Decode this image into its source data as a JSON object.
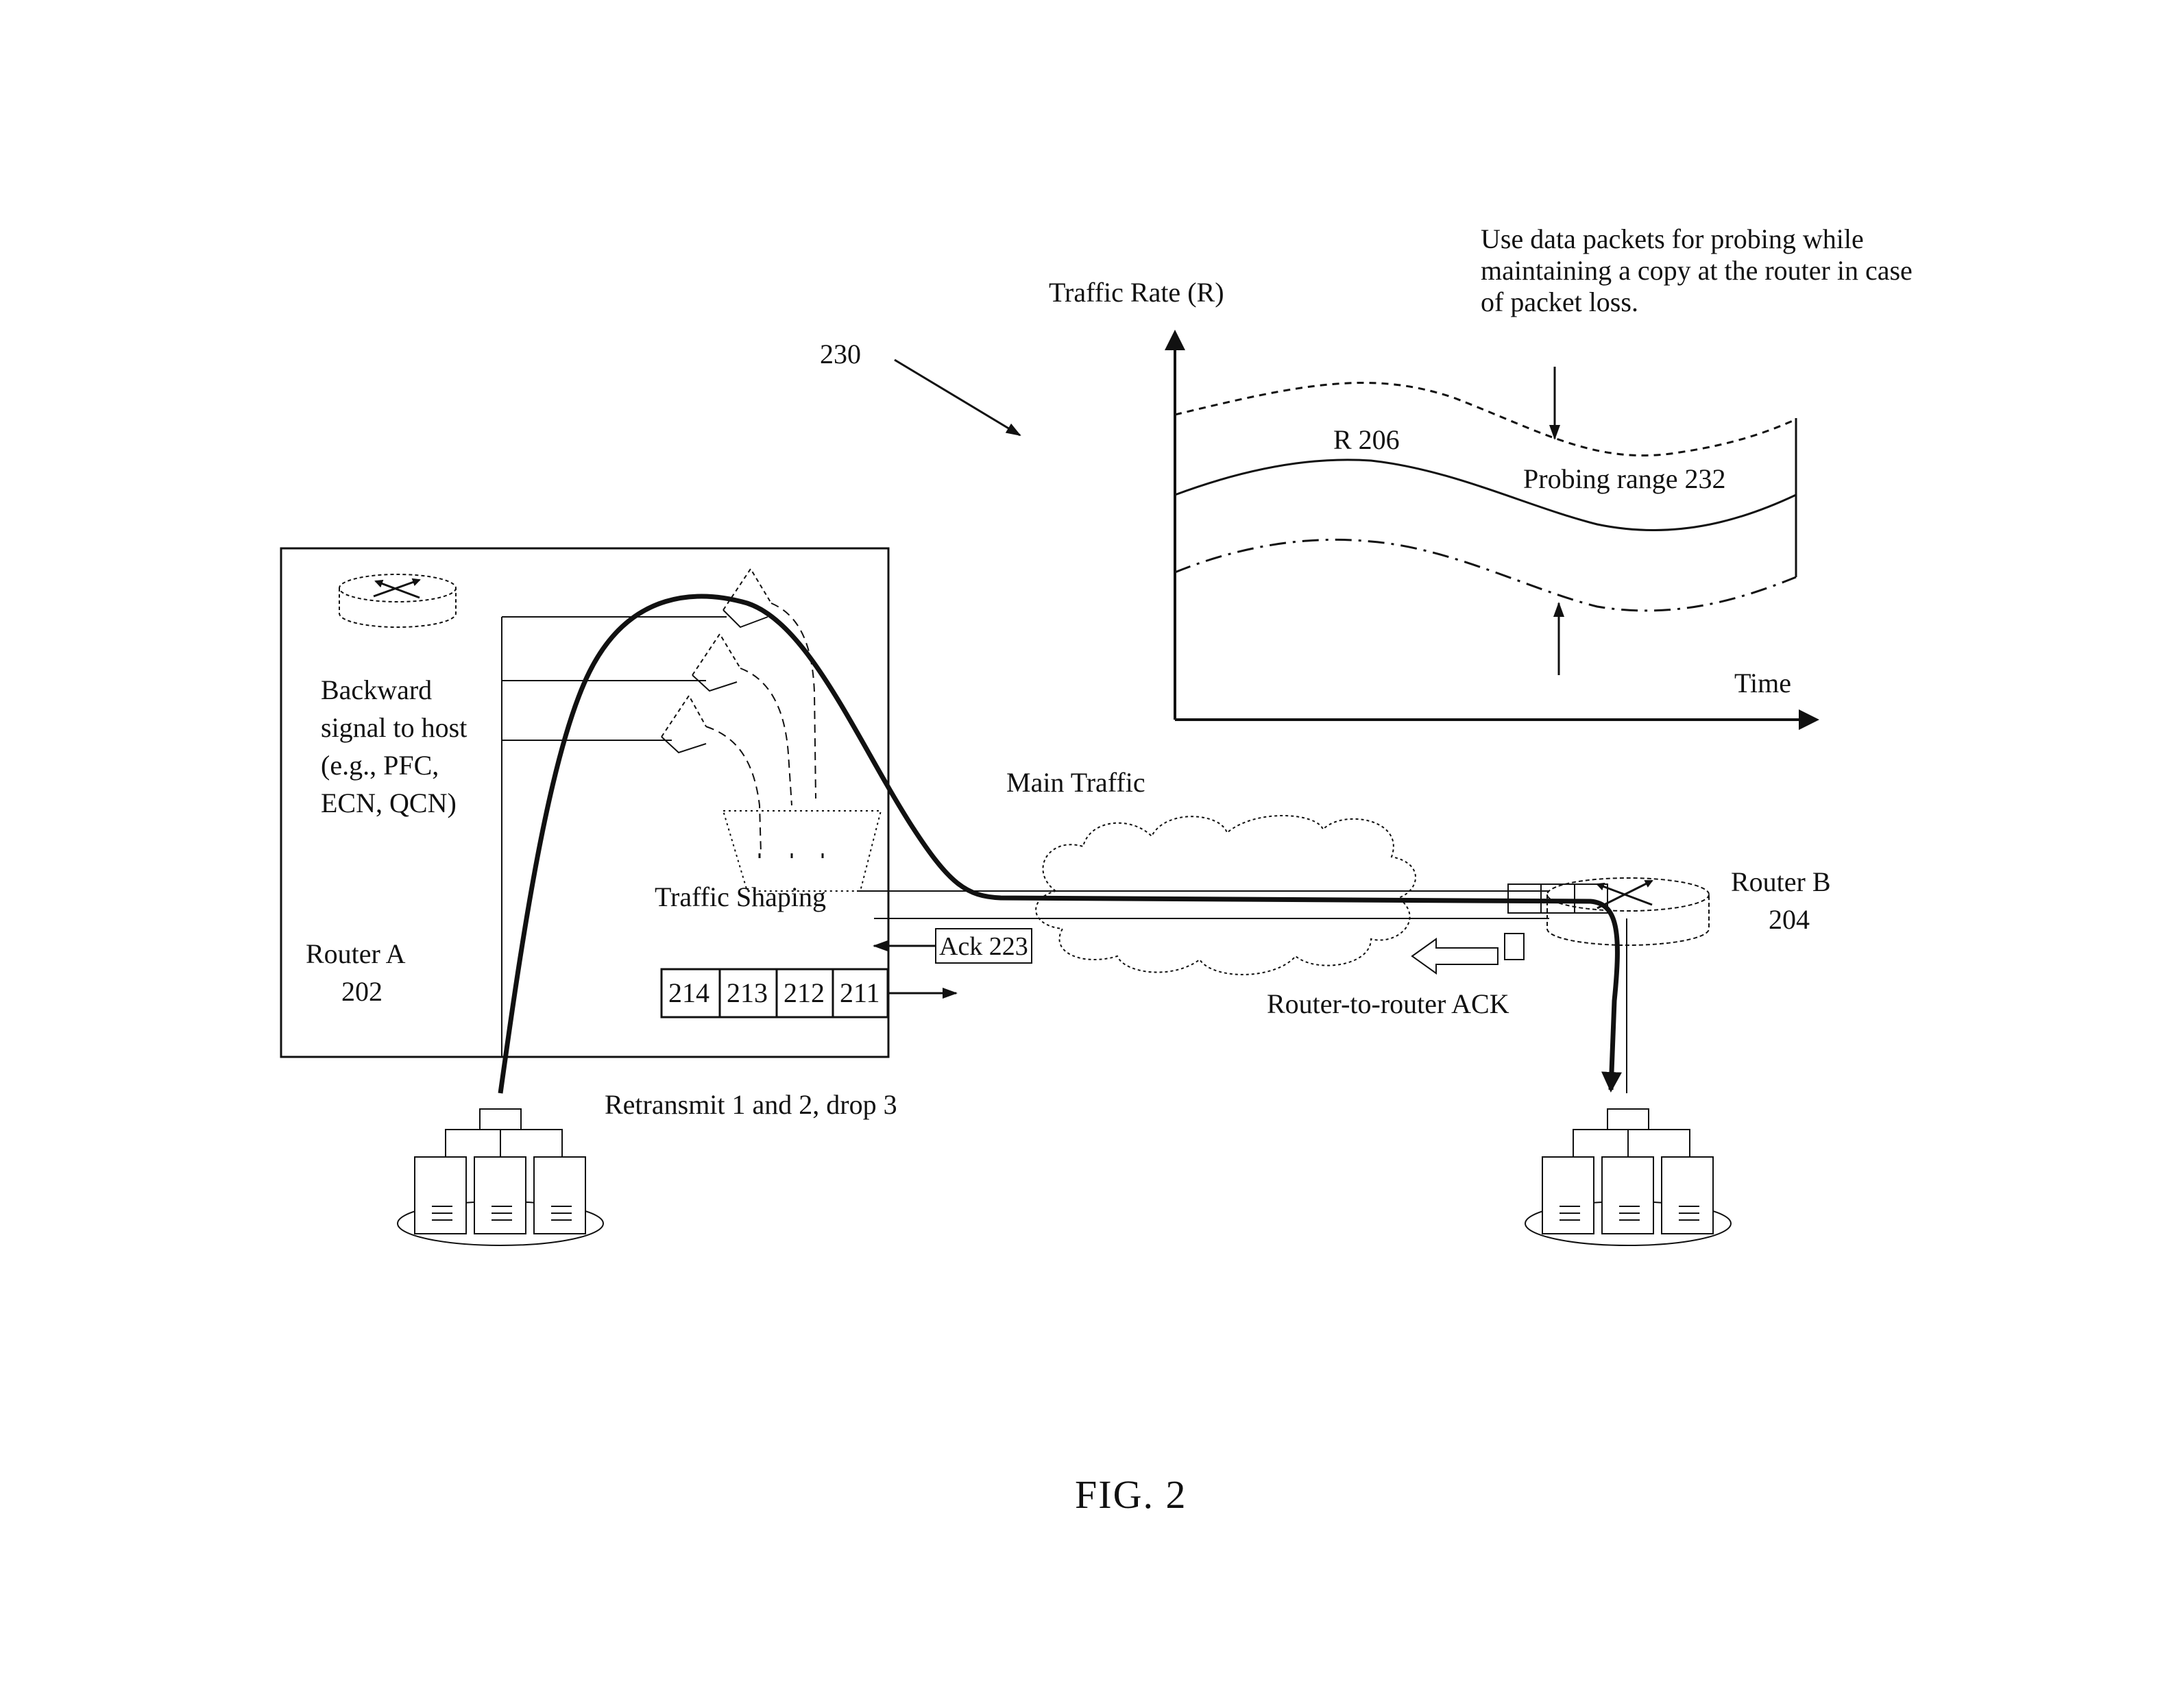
{
  "figure": {
    "caption": "FIG. 2",
    "ref_230": "230"
  },
  "chart": {
    "y_axis_label": "Traffic Rate (R)",
    "x_axis_label": "Time",
    "annotation": [
      "Use data packets for probing while",
      "maintaining a copy at the router in case",
      "of packet loss."
    ],
    "rate_label": "R 206",
    "probing_label": "Probing range 232"
  },
  "router_a": {
    "name": "Router A",
    "ref": "202",
    "backward_signal": [
      "Backward",
      "signal to host",
      "(e.g., PFC,",
      "ECN, QCN)"
    ],
    "traffic_shaping": "Traffic Shaping",
    "queue": [
      "214",
      "213",
      "212",
      "211"
    ],
    "retransmit_note": "Retransmit 1 and 2, drop 3"
  },
  "router_b": {
    "name": "Router B",
    "ref": "204"
  },
  "main_traffic": "Main Traffic",
  "ack": "Ack 223",
  "router_ack": "Router-to-router ACK"
}
